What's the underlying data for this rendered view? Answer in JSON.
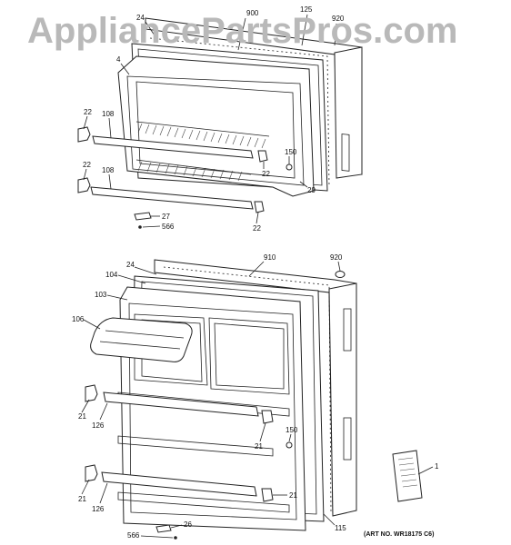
{
  "watermark": "AppliancePartsPros.com",
  "art_number": "(ART NO. WR18175 C6)",
  "top_callouts": {
    "c24": "24",
    "c900": "900",
    "c125": "125",
    "c920": "920",
    "c4": "4",
    "c22a": "22",
    "c108a": "108",
    "c150": "150",
    "c22b": "22",
    "c22c": "22",
    "c108b": "108",
    "c29": "29",
    "c22d": "22",
    "c27": "27",
    "c566": "566"
  },
  "bottom_callouts": {
    "c24": "24",
    "c910": "910",
    "c920": "920",
    "c104": "104",
    "c103": "103",
    "c106": "106",
    "c21a": "21",
    "c126a": "126",
    "c150": "150",
    "c21b": "21",
    "c1": "1",
    "c21c": "21",
    "c126b": "126",
    "c21d": "21",
    "c566": "566",
    "c26": "26",
    "c115": "115"
  }
}
